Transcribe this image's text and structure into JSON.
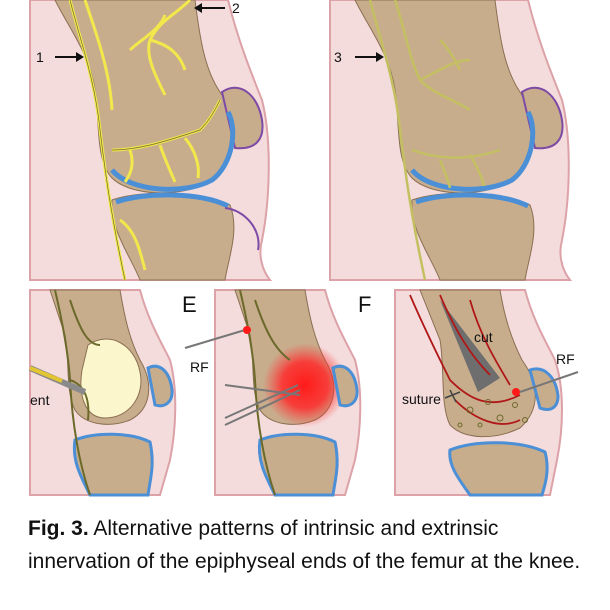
{
  "labels": {
    "arrow_1": "1",
    "arrow_2": "2",
    "arrow_3": "3",
    "panel_e": "E",
    "panel_f": "F",
    "rf_e": "RF",
    "rf_f": "RF",
    "cut": "cut",
    "suture": "suture",
    "cement_partial": "ent"
  },
  "caption": {
    "prefix": "Fig. 3.",
    "text": " Alternative patterns of intrinsic and extrinsic innervation of the epiphyseal ends of the femur at the knee."
  },
  "colors": {
    "skin": "#f4dcdc",
    "skin_edge": "#dca2a8",
    "bone": "#c8ad8d",
    "cartilage": "#4b8fd6",
    "nerve": "#f2e84b",
    "nerve_dark": "#6b6a2a",
    "capsule": "#7d4aa6",
    "ablation": "#ff1a1a",
    "cement": "#fbf6cc"
  }
}
